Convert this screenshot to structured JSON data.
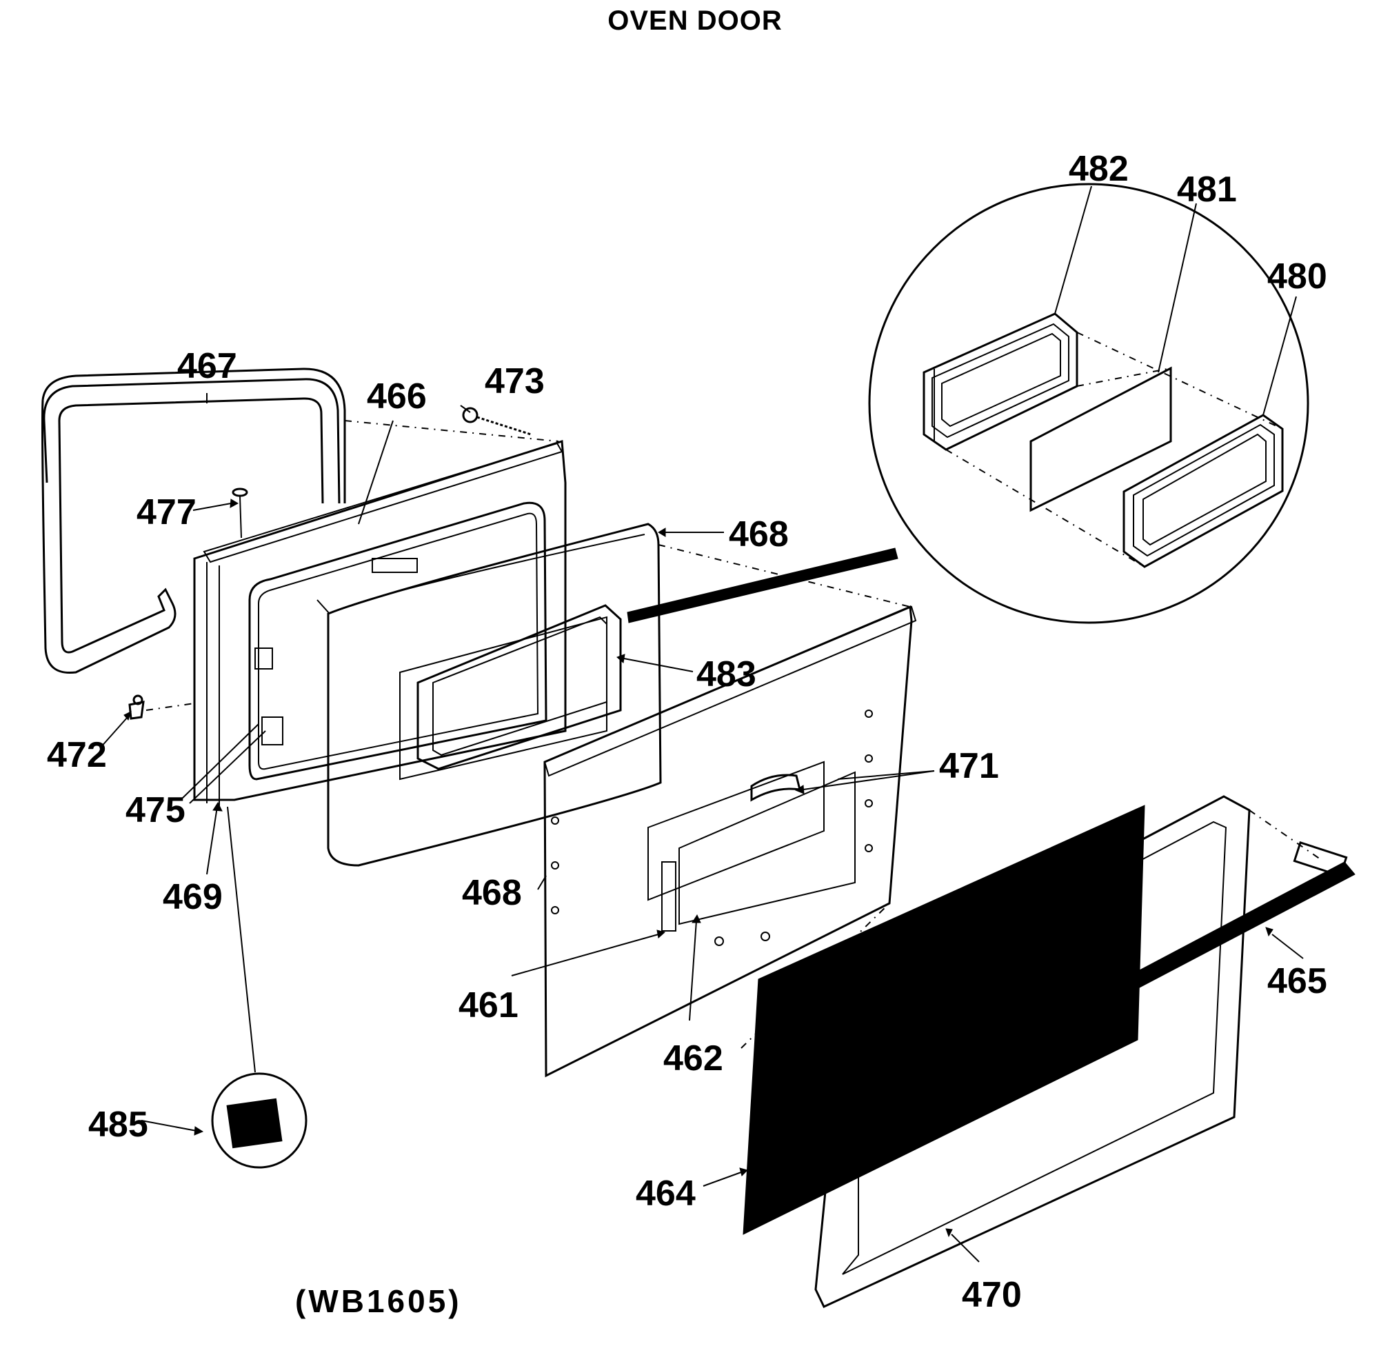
{
  "title": "OVEN DOOR",
  "model_code": "(WB1605)",
  "callouts": {
    "p482": "482",
    "p481": "481",
    "p480": "480",
    "p467": "467",
    "p466": "466",
    "p473": "473",
    "p477": "477",
    "p468_top": "468",
    "p483": "483",
    "p472": "472",
    "p475": "475",
    "p471": "471",
    "p469": "469",
    "p468_mid": "468",
    "p465": "465",
    "p461": "461",
    "p462": "462",
    "p485": "485",
    "p464": "464",
    "p470": "470"
  }
}
